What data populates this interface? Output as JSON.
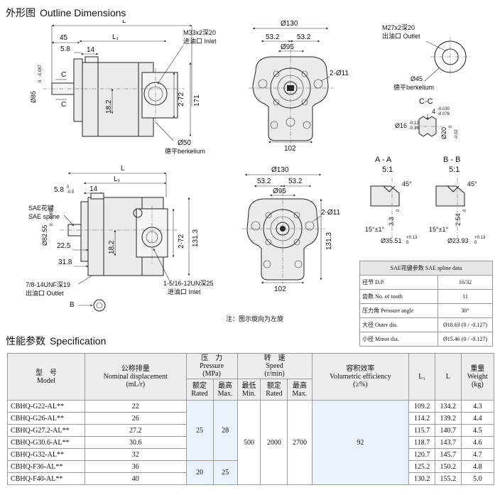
{
  "headings": {
    "outline_cn": "外形图",
    "outline_en": "Outline Dimensions",
    "spec_cn": "性能参数",
    "spec_en": "Specification"
  },
  "drawing": {
    "top_side": {
      "L": "L",
      "L1": "L₁",
      "d45": "45",
      "d58": "5.8",
      "d14": "14",
      "port_thread": "M33x2深20",
      "port_label": "进油口 Inlet",
      "shaft_dia": "Ø85",
      "shaft_tol_top": "0",
      "shaft_tol_bot": "-0.087",
      "sec_c": "C",
      "d171": "171",
      "d272": "2-72",
      "d182": "18.2",
      "flange_dia": "Ø50",
      "flange_label": "德平berkelium"
    },
    "top_front": {
      "d130": "Ø130",
      "d532a": "53.2",
      "d532b": "53.2",
      "d95": "Ø95",
      "holes": "2-Ø11",
      "d102": "102"
    },
    "outlet_flange": {
      "thread": "M27x2深20",
      "label": "出油口 Outlet",
      "dia": "Ø45",
      "label2": "德平berkelium"
    },
    "cc": {
      "title": "C-C",
      "width": "4",
      "width_tol_top": "-0.030",
      "width_tol_bot": "-0.078",
      "d16": "Ø16",
      "d16_tol_top": "-0.12",
      "d16_tol_bot": "-0.36",
      "d20": "Ø20",
      "d20_tol_top": "0",
      "d20_tol_bot": "-0.02"
    },
    "bottom_side": {
      "L": "L",
      "L1": "L₁",
      "d58": "5.8",
      "d58_tol_top": "0",
      "d58_tol_bot": "-0.5",
      "d14": "14",
      "spline_cn": "SAE花键",
      "spline_en": "SAE spline",
      "shaft_dia": "Ø82.55",
      "shaft_tol_top": "0",
      "shaft_tol_bot": "-0.087",
      "d225": "22.5",
      "d318": "31.8",
      "d182": "18.2",
      "d272": "2-72",
      "d1313": "131.3",
      "outlet_thread": "7/8-14UNF深19",
      "outlet_label": "出油口 Outlet",
      "inlet_thread": "1-5/16-12UN深25",
      "inlet_label": "进油口 Inlet",
      "sec_b": "B"
    },
    "bottom_front": {
      "d130": "Ø130",
      "d532a": "53.2",
      "d532b": "53.2",
      "d95": "Ø95",
      "holes": "2-Ø11",
      "d1313": "131.3",
      "d102": "102",
      "note": "注：图示旋向为左旋"
    },
    "section_aa": {
      "title": "A - A",
      "scale": "5:1",
      "angle": "45°",
      "angle2": "15°±1°",
      "depth": "3.3",
      "depth_tol_top": "0",
      "depth_tol_bot": "-0.5",
      "dia": "Ø35.51",
      "dia_tol_top": "+0.13",
      "dia_tol_bot": "0"
    },
    "section_bb": {
      "title": "B - B",
      "scale": "5:1",
      "angle": "45°",
      "angle2": "15°±1°",
      "depth": "2.54",
      "depth_tol_top": "0",
      "depth_tol_bot": "-0.5",
      "dia": "Ø23.93",
      "dia_tol_top": "+0.13",
      "dia_tol_bot": "0"
    }
  },
  "spline_table": {
    "header": "SAE花键参数 SAE spline data",
    "rows": [
      {
        "label": "径节 D.P.",
        "value": "16/32"
      },
      {
        "label": "齿数 No. of tooth",
        "value": "11"
      },
      {
        "label": "压力角 Pressure angle",
        "value": "30°"
      },
      {
        "label": "大径 Outer dia.",
        "value": "Ø18.63 (0 / -0.127)"
      },
      {
        "label": "小径 Minor dia.",
        "value": "Ø15.46 (0 / -0.127)"
      }
    ]
  },
  "spec_table": {
    "headers": {
      "model_cn": "型　号",
      "model_en": "Model",
      "disp_cn": "公称排量",
      "disp_en": "Nominal displacement",
      "disp_unit": "(mL/r)",
      "pressure_cn": "压　力",
      "pressure_en": "Pressure",
      "pressure_unit": "(MPa)",
      "rated_cn": "额定",
      "rated_en": "Rated",
      "max_cn": "最高",
      "max_en": "Max.",
      "speed_cn": "转　速",
      "speed_en": "Speed",
      "speed_unit": "(r/min)",
      "min_cn": "最低",
      "min_en": "Min.",
      "vol_cn": "容积效率",
      "vol_en": "Volumetric efficiency",
      "vol_unit": "(≥%)",
      "l1": "L₁",
      "l": "L",
      "weight_cn": "重量",
      "weight_en": "Weight",
      "weight_unit": "(kg)"
    },
    "rows": [
      {
        "model": "CBHQ-G22-AL**",
        "disp": "22",
        "l1": "109.2",
        "l": "134.2",
        "weight": "4.3"
      },
      {
        "model": "CBHQ-G26-AL**",
        "disp": "26",
        "l1": "114.2",
        "l": "139.2",
        "weight": "4.4"
      },
      {
        "model": "CBHQ-G27.2-AL**",
        "disp": "27.2",
        "l1": "115.7",
        "l": "140.7",
        "weight": "4.5"
      },
      {
        "model": "CBHQ-G30.6-AL**",
        "disp": "30.6",
        "l1": "118.7",
        "l": "143.7",
        "weight": "4.6"
      },
      {
        "model": "CBHQ-G32-AL**",
        "disp": "32",
        "l1": "120.7",
        "l": "145.7",
        "weight": "4.7"
      },
      {
        "model": "CBHQ-F36-AL**",
        "disp": "36",
        "l1": "125.2",
        "l": "150.2",
        "weight": "4.8"
      },
      {
        "model": "CBHQ-F40-AL**",
        "disp": "40",
        "l1": "130.2",
        "l": "155.2",
        "weight": "5.0"
      }
    ],
    "group_a": {
      "rated": "25",
      "max": "28"
    },
    "group_b": {
      "rated": "20",
      "max": "25"
    },
    "speed": {
      "min": "500",
      "rated": "2000",
      "max": "2700"
    },
    "vol_eff": "92"
  }
}
